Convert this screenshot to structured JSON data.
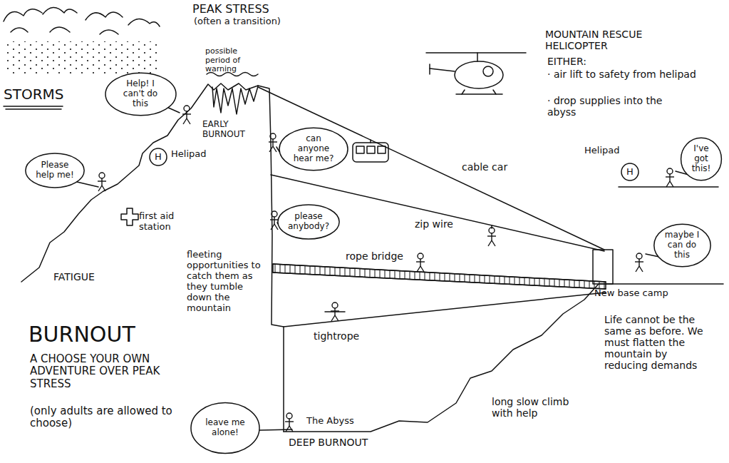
{
  "diagram": {
    "title": "BURNOUT",
    "nodes": [
      {
        "text": [
          "Help! I can't do this"
        ]
      },
      {
        "text": [
          "Please help me!"
        ]
      },
      {
        "text": [
          "H"
        ]
      },
      {
        "text": [
          "can anyone hear me?"
        ]
      },
      {
        "text": [
          "please anybody?"
        ]
      },
      {
        "text": [
          "H"
        ]
      },
      {
        "text": [
          "I've got this!"
        ]
      },
      {
        "text": [
          "maybe I can do this"
        ]
      },
      {
        "text": [
          "leave me alone!"
        ]
      }
    ],
    "labels": [
      "PEAK STRESS",
      "(often a transition)",
      "STORMS",
      "possible period of warning",
      "EARLY BURNOUT",
      "Helipad",
      "first aid station",
      "FATIGUE",
      "MOUNTAIN RESCUE HELICOPTER",
      "EITHER:",
      "· air lift to safety from helipad",
      "· drop supplies into the abyss",
      "Helipad",
      "cable car",
      "zip wire",
      "rope bridge",
      "tightrope",
      "fleeting opportunities to catch them as they tumble down the mountain",
      "New base camp",
      "Life cannot be the same as before. We must flatten the mountain by reducing demands",
      "long slow climb with help",
      "The Abyss",
      "DEEP BURNOUT",
      "A CHOOSE YOUR OWN ADVENTURE OVER PEAK STRESS",
      "(only adults are allowed to choose)"
    ]
  }
}
